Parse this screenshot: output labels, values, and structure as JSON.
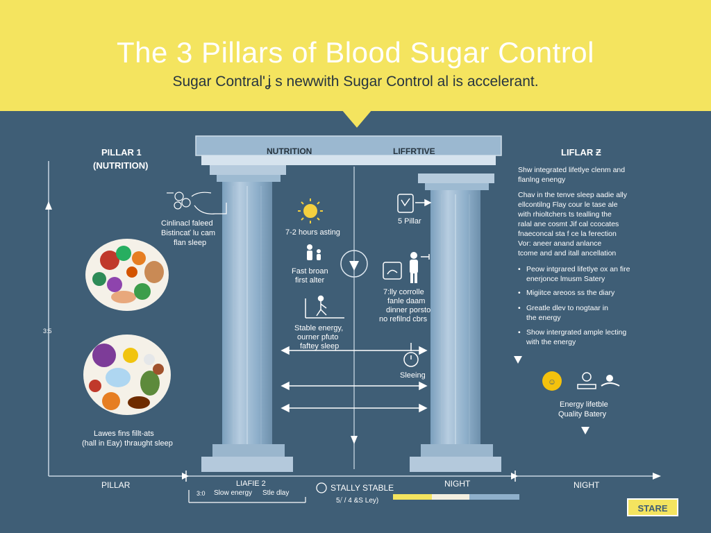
{
  "title": "The 3 Pillars of Blood Sugar Control",
  "subtitle": "Sugar Contral'ʝ s newwith Sugar Control al is accelerant.",
  "colors": {
    "banner": "#f4e45f",
    "background": "#3f5e76",
    "pillar": "#8fb3cf",
    "plate_bg": "#f5f1e8"
  },
  "left_panel": {
    "heading_line1": "PILLAR 1",
    "heading_line2": "(NUTRITION)",
    "callout_line1": "Cinlinacl faleed",
    "callout_line2": "Bistincať lu cam",
    "callout_line3": "flan sleep",
    "plate_caption_line1": "Lawes fins fillt-ats",
    "plate_caption_line2": "(hall in Eay) thraught sleep",
    "axis_tick": "3:5"
  },
  "top_labels": {
    "nutrition": "NUTRITION",
    "lifestyle": "LIFFRTIVE"
  },
  "center": {
    "hours": "7-2 hours asting",
    "fast_line1": "Fast broan",
    "fast_line2": "first alter",
    "stable_line1": "Stable energy,",
    "stable_line2": "ourner pfuto",
    "stable_line3": "faftey sleep",
    "sleep": "Sleeing",
    "pillar2_num": "5 Pillar",
    "rhs_line1": "7:lly corrolle",
    "rhs_line2": "fanle daam",
    "rhs_line3": "dinner porsto",
    "rhs_line4": "no refilnd cbrs"
  },
  "right_panel": {
    "heading": "LIFLAR Ƶ",
    "intro_line1": "Shw integrated lifetlye clenm and",
    "intro_line2": "flanlng enengy",
    "body_lines": [
      "Chav in the tenve sleep aadie ally",
      "ellcontilng Flay cour le tase ale",
      "with rhioltchers ts tealling the",
      "ralal ane cosmt Jif cal ccocates",
      "fnaeconcal sta f ce la ferection",
      "Vor: aneer anand anlance",
      "tcome and and itall ancellation"
    ],
    "bullets": [
      [
        "Peow intgrared lifetlye ox an fire",
        "enerjonce lmusm Satery"
      ],
      [
        "Migiitce areoos ss the diary"
      ],
      [
        "Greatle dlev to nogtaar in",
        "the energy"
      ],
      [
        "Show intergrated ample lecting",
        "with the energy"
      ]
    ],
    "caption_line1": "Energy lifetble",
    "caption_line2": "Quality Batery"
  },
  "bottom": {
    "pillar": "PILLAR",
    "liafe": "LIAFIE 2",
    "scale_start": "3:0",
    "slow_energy": "Slow energy",
    "stle_delay": "Stle dlay",
    "stable": "STALLY STABLE",
    "fixed": "5⧸ / 4 &S Ley)",
    "night_1": "NIGHT",
    "night_2": "NIGHT",
    "start": "STARE"
  }
}
